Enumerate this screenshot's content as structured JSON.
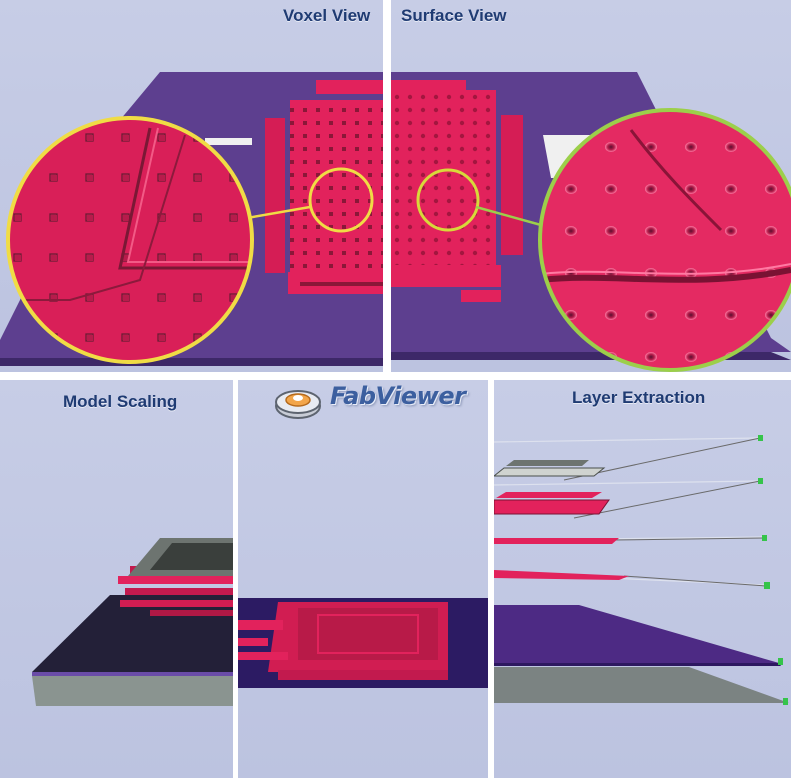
{
  "panels": {
    "voxel_view": {
      "title": "Voxel View"
    },
    "surface_view": {
      "title": "Surface View"
    },
    "model_scaling": {
      "title": "Model Scaling"
    },
    "layer_extraction": {
      "title": "Layer Extraction"
    }
  },
  "logo": {
    "name": "FabViewer"
  },
  "colors": {
    "background": "#c3c9e3",
    "substrate": "#5d3f8f",
    "structure": "#e2225c",
    "yellow_zoom": "#f0dc45",
    "green_zoom": "#9ccf4a",
    "title": "#1f3b73",
    "marker": "#35c44a"
  }
}
